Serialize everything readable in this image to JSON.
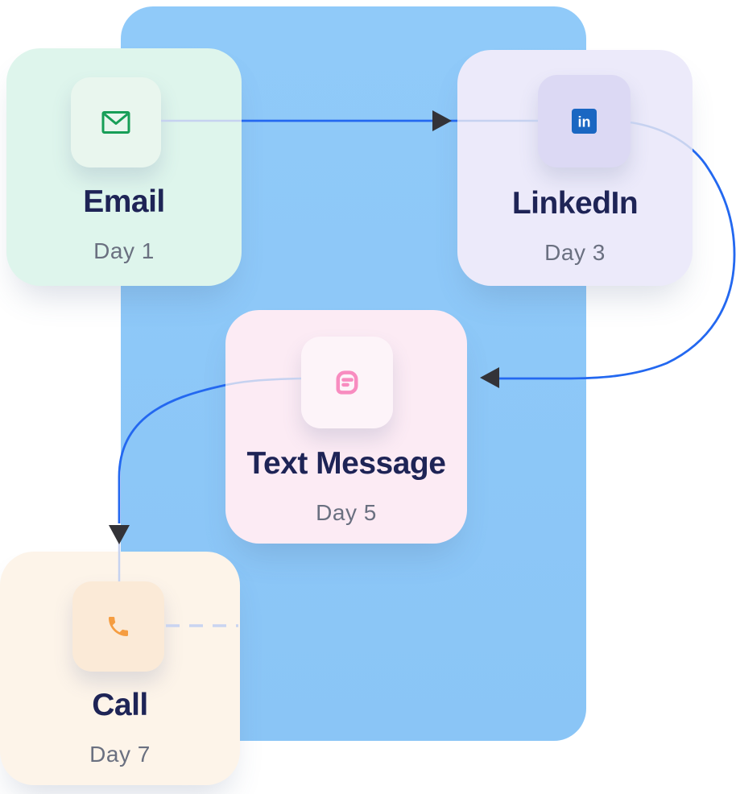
{
  "diagram_title": "outreach-cadence-flow",
  "panel": {
    "color": "#8dc8f8"
  },
  "nodes": [
    {
      "id": "email",
      "title": "Email",
      "day": "Day 1",
      "card_bg": "#def5ec",
      "tile_bg": "#e9f6ee",
      "icon": "envelope-icon",
      "icon_color": "#179e57"
    },
    {
      "id": "linkedin",
      "title": "LinkedIn",
      "day": "Day 3",
      "card_bg": "#eceafa",
      "tile_bg": "#dcd9f4",
      "icon": "linkedin-icon",
      "icon_color": "#1a67c2",
      "logo_text": "in",
      "logo_text_color": "#ffffff"
    },
    {
      "id": "text",
      "title": "Text Message",
      "day": "Day 5",
      "card_bg": "#fcebf4",
      "tile_bg": "#fdf4f9",
      "icon": "message-icon",
      "icon_color": "#f88cc0"
    },
    {
      "id": "call",
      "title": "Call",
      "day": "Day 7",
      "card_bg": "#fdf4e9",
      "tile_bg": "#fbead7",
      "icon": "phone-icon",
      "icon_color": "#f59d41"
    }
  ],
  "edges": [
    {
      "from": "Email",
      "to": "LinkedIn",
      "style": "solid-arrow"
    },
    {
      "from": "LinkedIn",
      "to": "Text Message",
      "style": "solid-arrow"
    },
    {
      "from": "Text Message",
      "to": "Call",
      "style": "solid-arrow"
    },
    {
      "from": "Call",
      "to": "(next step)",
      "style": "dashed"
    }
  ],
  "connectors": {
    "strong_color": "#2368f0",
    "light_color": "#c6d2f0",
    "arrow_color": "#333338",
    "dashed_color": "#c9d4f1"
  },
  "text_colors": {
    "title": "#1e2456",
    "day": "#6a7080"
  }
}
